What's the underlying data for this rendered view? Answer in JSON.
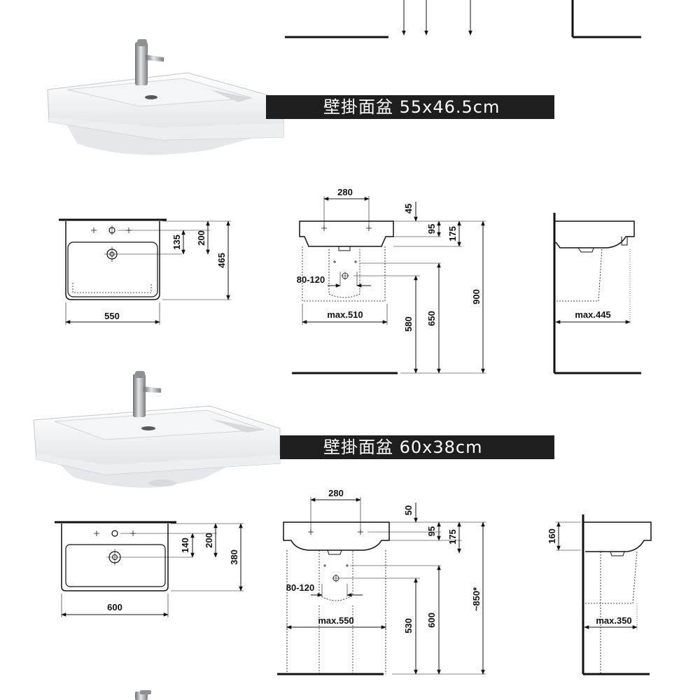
{
  "product_1": {
    "title": "壁掛面盆 55x46.5cm",
    "top_view": {
      "width": "550",
      "depth": "465",
      "dim_135": "135",
      "dim_200": "200"
    },
    "front_view": {
      "tap_spacing": "280",
      "dim_45": "45",
      "dim_95": "95",
      "dim_175": "175",
      "trap_range": "80-120",
      "max_width": "max.510",
      "h_580": "580",
      "h_650": "650",
      "h_900": "900"
    },
    "side_view": {
      "max_depth": "max.445"
    }
  },
  "product_2": {
    "title": "壁掛面盆 60x38cm",
    "top_view": {
      "width": "600",
      "depth": "380",
      "dim_140": "140",
      "dim_200": "200"
    },
    "front_view": {
      "tap_spacing": "280",
      "dim_50": "50",
      "dim_95": "95",
      "dim_175": "175",
      "trap_range": "80-120",
      "max_width": "max.550",
      "h_530": "530",
      "h_600": "600",
      "h_850": "~850*"
    },
    "side_view": {
      "dim_160": "160",
      "max_depth": "max.350"
    }
  },
  "colors": {
    "title_bar": "#1e1e1e",
    "title_text": "#ffffff",
    "lines": "#111111"
  }
}
